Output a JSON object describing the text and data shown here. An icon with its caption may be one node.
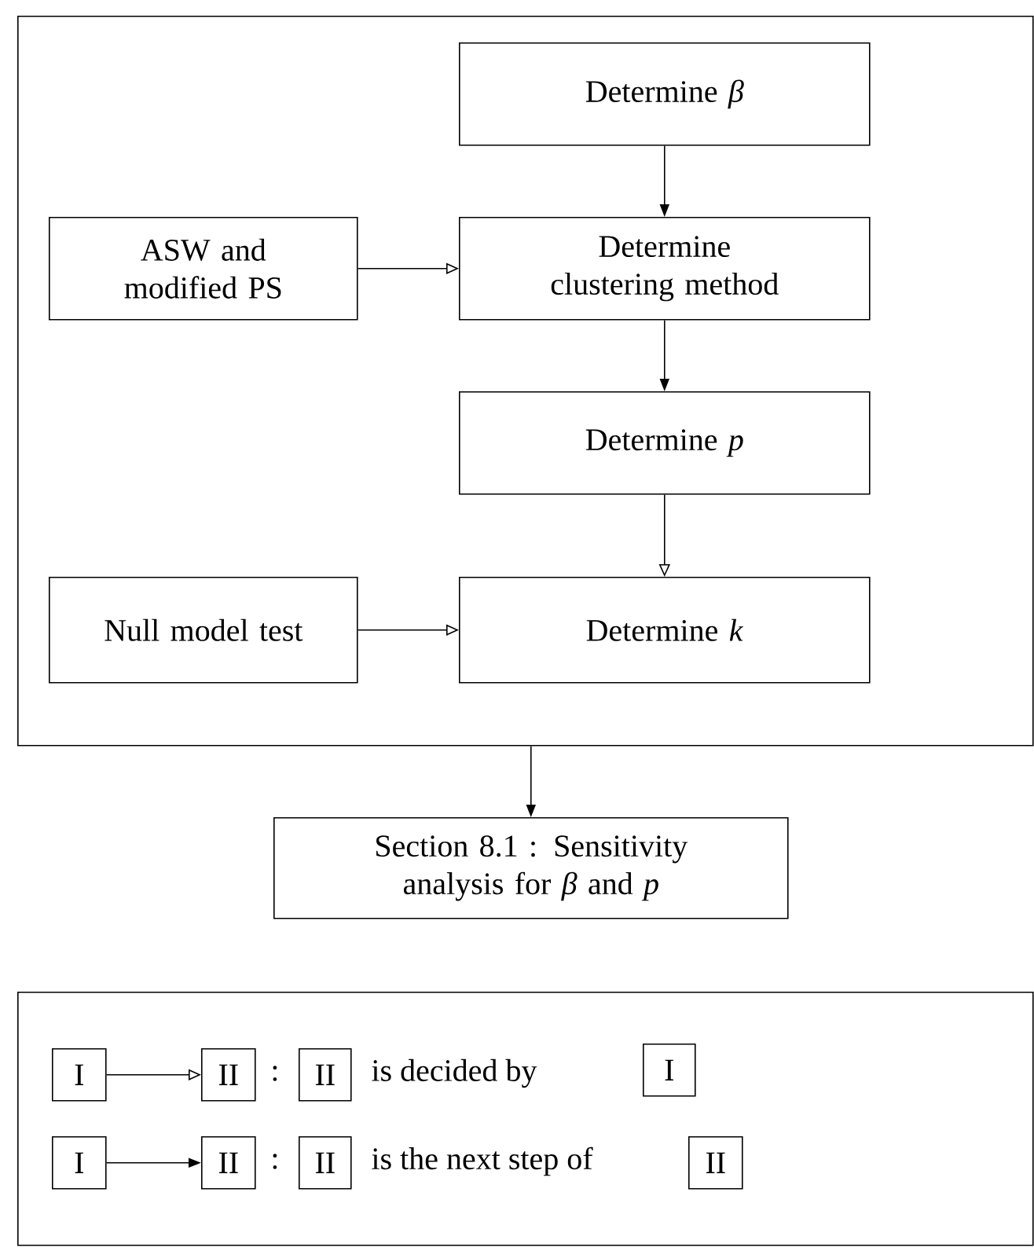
{
  "diagram": {
    "nodes": [
      {
        "text": [],
        "shape": "box"
      },
      {
        "text": [
          "Determine *β*"
        ],
        "in": 0
      },
      {
        "text": [
          "ASW and modified PS"
        ],
        "in": 0
      },
      {
        "text": [
          "Determine clustering method"
        ],
        "in": 0
      },
      {
        "text": [
          "Determine *p*"
        ],
        "in": 0
      },
      {
        "text": [
          "Null model test"
        ],
        "in": 0
      },
      {
        "text": [
          "Determine *k*"
        ],
        "in": 0
      },
      {
        "text": [
          "Section 8.1 : Sensitivity analysis for *β* and *p*"
        ]
      },
      {
        "text": [],
        "shape": "box"
      },
      {
        "text": [
          "I"
        ],
        "in": 8
      },
      {
        "text": [
          "II"
        ],
        "in": 8
      },
      {
        "text": [
          "II"
        ],
        "in": 8
      },
      {
        "text": [
          "I"
        ],
        "in": 8
      },
      {
        "text": [
          "I"
        ],
        "in": 8
      },
      {
        "text": [
          "II"
        ],
        "in": 8
      },
      {
        "text": [
          "II"
        ],
        "in": 8
      },
      {
        "text": [
          "II"
        ],
        "in": 8
      }
    ],
    "edges": [
      {
        "from": 1,
        "to": 3,
        "arrow": "to"
      },
      {
        "from": 2,
        "to": 3,
        "arrow": "to"
      },
      {
        "from": 3,
        "to": 4,
        "arrow": "to"
      },
      {
        "from": 4,
        "to": 6,
        "arrow": "to"
      },
      {
        "from": 5,
        "to": 6,
        "arrow": "to"
      },
      {
        "from": 0,
        "to": 7,
        "arrow": "to"
      },
      {
        "from": 9,
        "to": 10,
        "arrow": "to"
      },
      {
        "from": 13,
        "to": 14,
        "arrow": "to"
      }
    ],
    "labels": [
      ":",
      "is decided by",
      ":",
      "is the next step of"
    ]
  }
}
